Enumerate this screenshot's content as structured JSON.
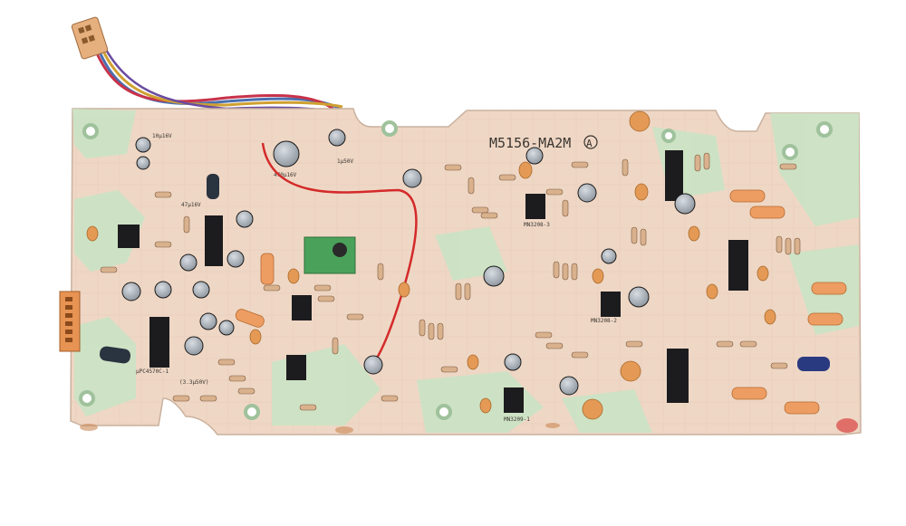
{
  "board": {
    "part_number": "M5156-MA2M",
    "revision_mark": "A",
    "silkscreen": {
      "ic_mn3208_a": "MN3208-3",
      "ic_mn3208_b": "MN3208-2",
      "ic_mn3209": "MN3209-1",
      "ic_upc": "μPC4570C-1",
      "cap_470": "470μ16V",
      "cap_1050": "1μ50V",
      "cap_3350": "(3.3μ50V)",
      "cap_47": "47μ16V",
      "cap_10": "10μ16V"
    }
  },
  "colors": {
    "board_beige": "#efd7c5",
    "solder_mask_green": "#c8e4c4",
    "relay_green": "#4aa25a",
    "wire_red": "#d42a2a",
    "resistor_orange": "#ee9d62",
    "ceramic_cap": "#e49a55",
    "electrolytic_dark": "#2a3340",
    "ic_black": "#1a1a1a"
  }
}
